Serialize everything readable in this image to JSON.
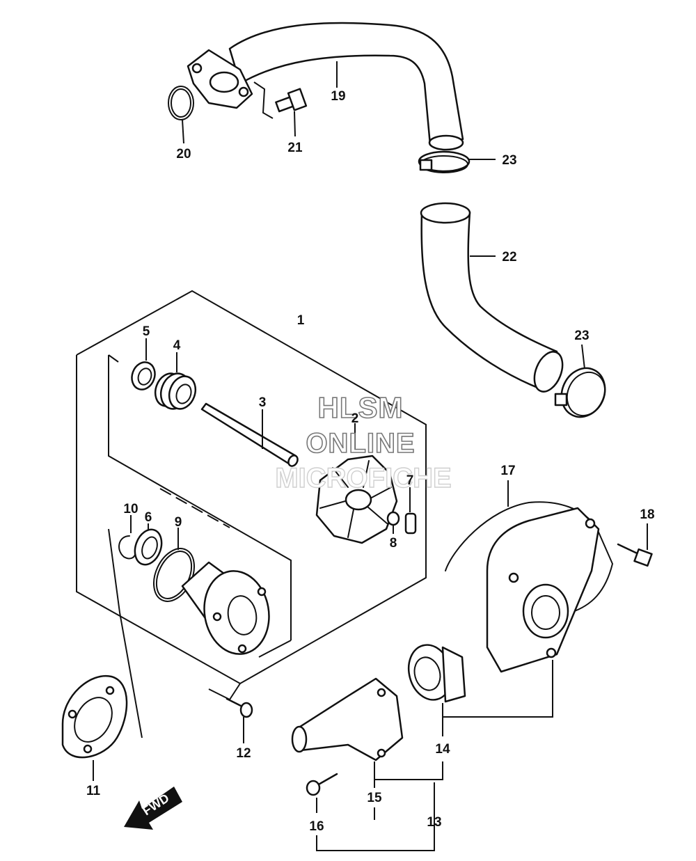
{
  "watermark": {
    "line1": "HLSM",
    "line2": "ONLINE",
    "line3": "MICROFICHE"
  },
  "direction_badge": "FWD",
  "callouts": [
    "1",
    "2",
    "3",
    "4",
    "5",
    "6",
    "7",
    "8",
    "9",
    "10",
    "11",
    "12",
    "13",
    "14",
    "15",
    "16",
    "17",
    "18",
    "19",
    "20",
    "21",
    "22",
    "23"
  ]
}
